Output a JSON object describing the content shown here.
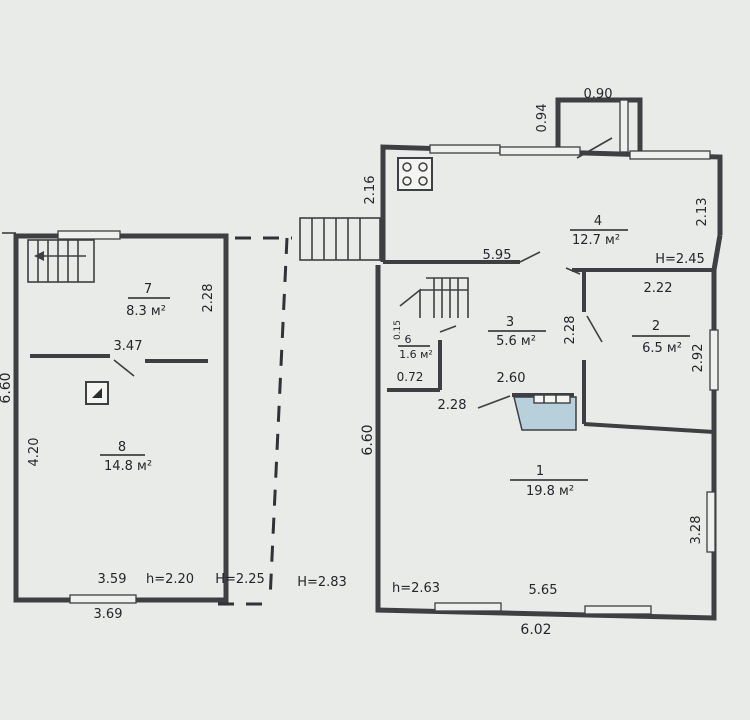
{
  "rooms": {
    "r1": {
      "number": "1",
      "area": "19.8 м²"
    },
    "r2": {
      "number": "2",
      "area": "6.5 м²"
    },
    "r3": {
      "number": "3",
      "area": "5.6 м²"
    },
    "r4": {
      "number": "4",
      "area": "12.7 м²"
    },
    "r7": {
      "number": "7",
      "area": "8.3 м²"
    },
    "r8": {
      "number": "8",
      "area": "14.8 м²"
    },
    "r_small": {
      "number": "6",
      "area": "1.6 м²"
    }
  },
  "dimensions": {
    "d090": "0.90",
    "d094": "0.94",
    "d216": "2.16",
    "d213": "2.13",
    "d595": "5.95",
    "dH245": "H=2.45",
    "d222": "2.22",
    "d228_a": "2.28",
    "d228_b": "2.28",
    "d228_c": "2.28",
    "d292": "2.92",
    "d072": "0.72",
    "d260": "2.60",
    "d015": "0.15",
    "d660_right": "6.60",
    "d328": "3.28",
    "dh263": "h=2.63",
    "d565": "5.65",
    "d602": "6.02",
    "d347": "3.47",
    "d660_left": "6.60",
    "d420": "4.20",
    "d359": "3.59",
    "dh220": "h=2.20",
    "dH225": "H=2.25",
    "dH283": "H=2.83",
    "d369": "3.69"
  }
}
